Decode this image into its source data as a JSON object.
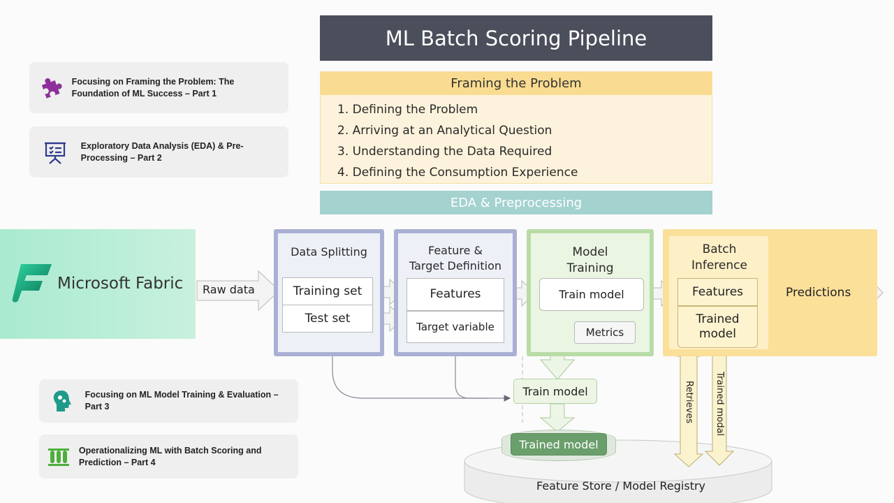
{
  "sidebar": {
    "cards": [
      {
        "icon": "puzzle-icon",
        "text": "Focusing on Framing the Problem: The Foundation of ML Success – Part 1"
      },
      {
        "icon": "presentation-board-icon",
        "text": "Exploratory Data Analysis (EDA) & Pre-Processing – Part 2"
      },
      {
        "icon": "head-gears-icon",
        "text": "Focusing on ML Model Training & Evaluation – Part 3"
      },
      {
        "icon": "test-tubes-icon",
        "text": "Operationalizing ML with Batch Scoring and Prediction – Part 4"
      }
    ]
  },
  "diagram": {
    "title": "ML Batch Scoring Pipeline",
    "framing": {
      "header": "Framing the Problem",
      "items": [
        "1. Defining the Problem",
        "2. Arriving at an Analytical Question",
        "3. Understanding the Data Required",
        "4. Defining the Consumption Experience"
      ]
    },
    "eda": "EDA & Preprocessing",
    "fabric": {
      "logo_text": "Microsoft Fabric"
    },
    "raw_data": "Raw data",
    "splitting": {
      "title": "Data Splitting",
      "training": "Training set",
      "test": "Test set"
    },
    "feature_def": {
      "title_1": "Feature &",
      "title_2": "Target Definition",
      "features": "Features",
      "target": "Target variable"
    },
    "model_training": {
      "title_1": "Model",
      "title_2": "Training",
      "train": "Train model",
      "metrics": "Metrics"
    },
    "batch": {
      "title_1": "Batch",
      "title_2": "Inference",
      "features": "Features",
      "trained_1": "Trained",
      "trained_2": "model"
    },
    "predictions": "Predictions",
    "lower_train": "Train model",
    "trained_model": "Trained model",
    "retrieves": "Retrieves",
    "trained_modal": "Trained modal",
    "store": "Feature Store / Model Registry"
  },
  "colors": {
    "title_bg": "#4b4e5b",
    "framing_header": "#f9dc91",
    "eda": "#a3d2cf",
    "splitting": "#aab0d4",
    "training": "#b9dca6",
    "batch": "#fbe09a",
    "trained_model": "#6a9f6c"
  }
}
